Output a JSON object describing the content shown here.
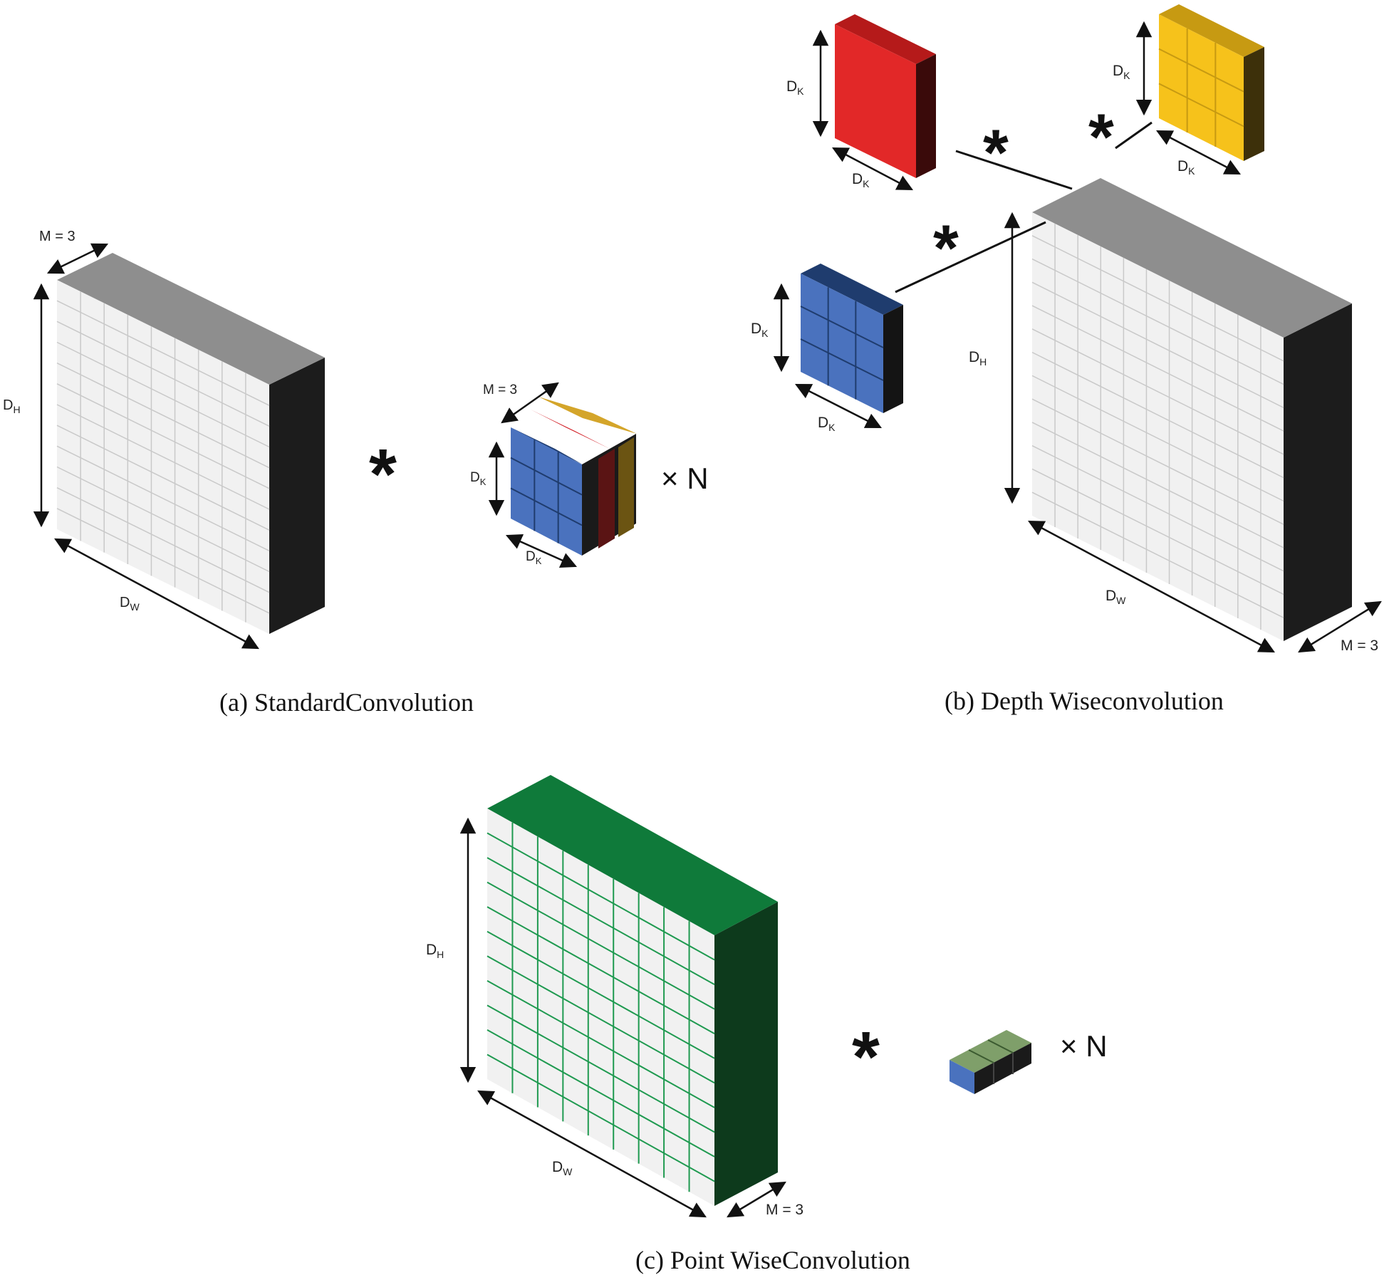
{
  "labels": {
    "m": "M = 3",
    "dh_base": "D",
    "dh_sub": "H",
    "dw_base": "D",
    "dw_sub": "W",
    "dk_base": "D",
    "dk_sub": "K",
    "times_n": "× N",
    "star": "*"
  },
  "captions": {
    "a": "(a) StandardConvolution",
    "b": "(b) Depth Wiseconvolution",
    "c": "(c) Point WiseConvolution"
  },
  "colors": {
    "white_face": "#f1f1f1",
    "white_top": "#8e8e8e",
    "white_side": "#1c1c1c",
    "grid": "#c9c9c9",
    "green_top": "#0f7a3a",
    "green_side": "#0d3a1c",
    "green_grid": "#1f9a50",
    "red": "#e22828",
    "yellow": "#f6c21b",
    "blue": "#4a72be",
    "olive": "#7f9f6a"
  }
}
